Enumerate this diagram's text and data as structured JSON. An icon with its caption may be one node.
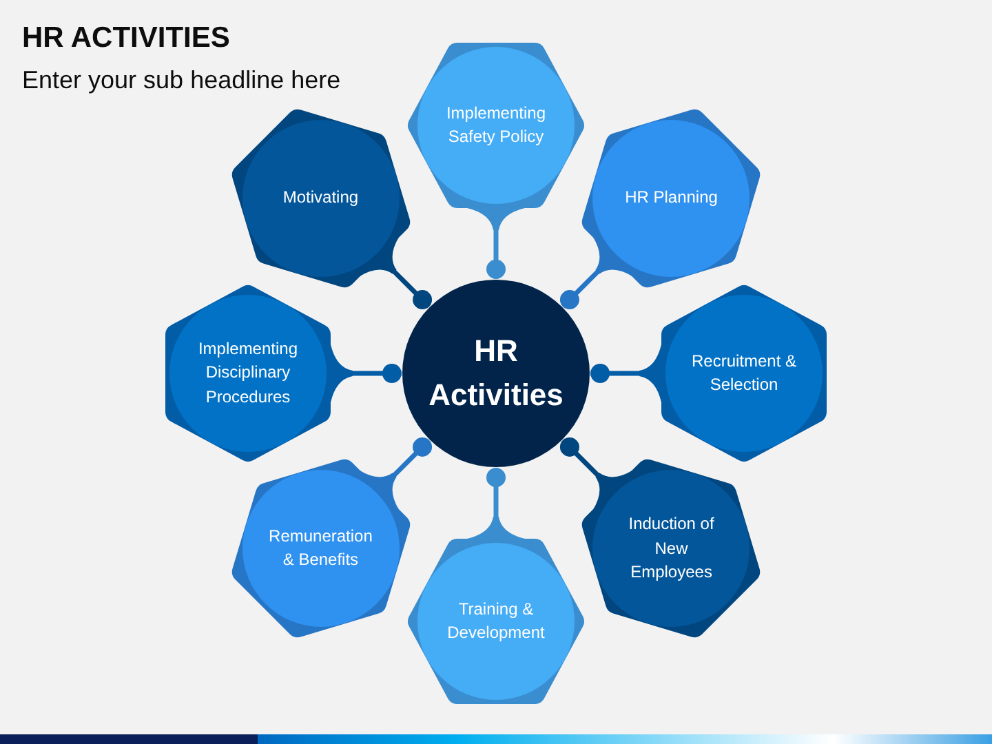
{
  "diagram": {
    "title": "HR ACTIVITIES",
    "nodes": [
      {
        "text": [
          "HR Activities"
        ]
      },
      {
        "text": [
          "Implementing Safety Policy"
        ]
      },
      {
        "text": [
          "HR Planning"
        ]
      },
      {
        "text": [
          "Recruitment & Selection"
        ]
      },
      {
        "text": [
          "Induction of New Employees"
        ]
      },
      {
        "text": [
          "Training & Development"
        ]
      },
      {
        "text": [
          "Remuneration & Benefits"
        ]
      },
      {
        "text": [
          "Implementing Disciplinary Procedures"
        ]
      },
      {
        "text": [
          "Motivating"
        ]
      }
    ],
    "edges": [
      {
        "from": 1,
        "to": 0,
        "arrow": "other",
        "color": "#3a8ed0"
      },
      {
        "from": 2,
        "to": 0,
        "arrow": "other",
        "color": "#2776c6"
      },
      {
        "from": 3,
        "to": 0,
        "arrow": "other",
        "color": "#035ca6"
      },
      {
        "from": 4,
        "to": 0,
        "arrow": "other",
        "color": "#02467f"
      },
      {
        "from": 5,
        "to": 0,
        "arrow": "other",
        "color": "#3a8ed0"
      },
      {
        "from": 6,
        "to": 0,
        "arrow": "other",
        "color": "#2776c6"
      },
      {
        "from": 7,
        "to": 0,
        "arrow": "other",
        "color": "#035ca6"
      },
      {
        "from": 8,
        "to": 0,
        "arrow": "other",
        "color": "#02467f"
      }
    ],
    "labels": [
      "Enter your sub headline here"
    ]
  }
}
